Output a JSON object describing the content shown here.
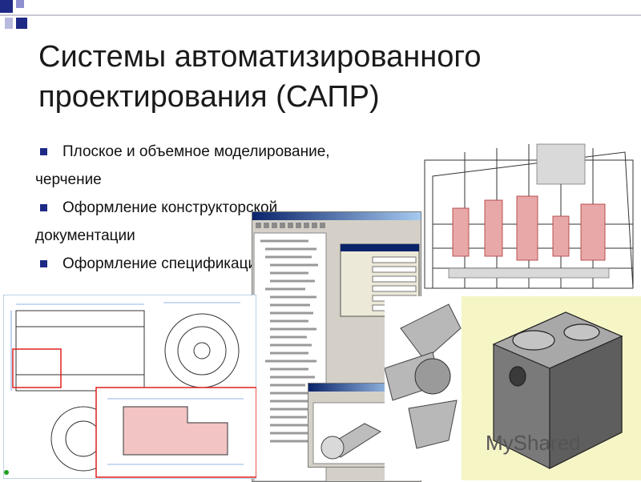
{
  "title": "Системы автоматизированного проектирования (САПР)",
  "bullets": [
    {
      "first": "Плоское и объемное моделирование,",
      "cont": "черчение"
    },
    {
      "first": "Оформление конструкторской",
      "cont": "документации"
    },
    {
      "first": "Оформление спецификаций",
      "cont": ""
    }
  ],
  "watermark": {
    "text": "MyShared"
  },
  "colors": {
    "accent": "#1f2a86",
    "title": "#1a1a1a",
    "red_frame": "#e02020"
  }
}
